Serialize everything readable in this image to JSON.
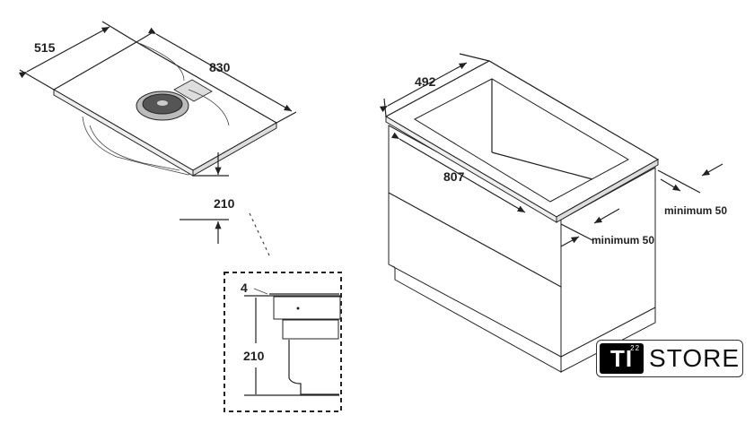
{
  "hob": {
    "width": "515",
    "length": "830",
    "height": "210"
  },
  "detail": {
    "thickness": "4",
    "height": "210"
  },
  "cabinet": {
    "depth": "492",
    "width": "807",
    "clearance_right": "minimum 50",
    "clearance_front": "minimum 50"
  },
  "logo": {
    "ti": "TI",
    "sup": "22",
    "store": "STORE"
  }
}
